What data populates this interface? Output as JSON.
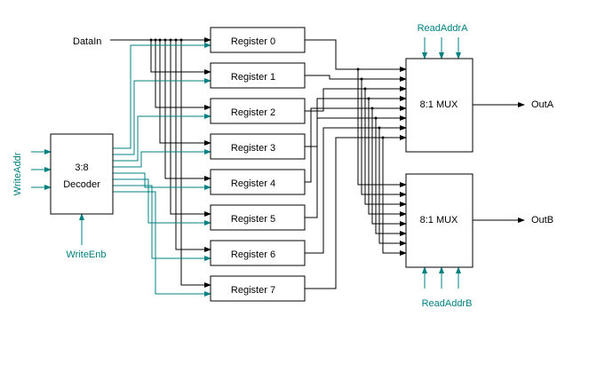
{
  "inputs": {
    "data_in": "DataIn",
    "write_addr": "WriteAddr",
    "write_enb": "WriteEnb",
    "read_addr_a": "ReadAddrA",
    "read_addr_b": "ReadAddrB"
  },
  "decoder": {
    "line1": "3:8",
    "line2": "Decoder"
  },
  "registers": [
    "Register 0",
    "Register 1",
    "Register 2",
    "Register 3",
    "Register 4",
    "Register 5",
    "Register 6",
    "Register 7"
  ],
  "mux_a": {
    "label": "8:1 MUX",
    "output": "OutA"
  },
  "mux_b": {
    "label": "8:1 MUX",
    "output": "OutB"
  },
  "colors": {
    "control_wire": "#008080",
    "data_wire": "#000000"
  }
}
